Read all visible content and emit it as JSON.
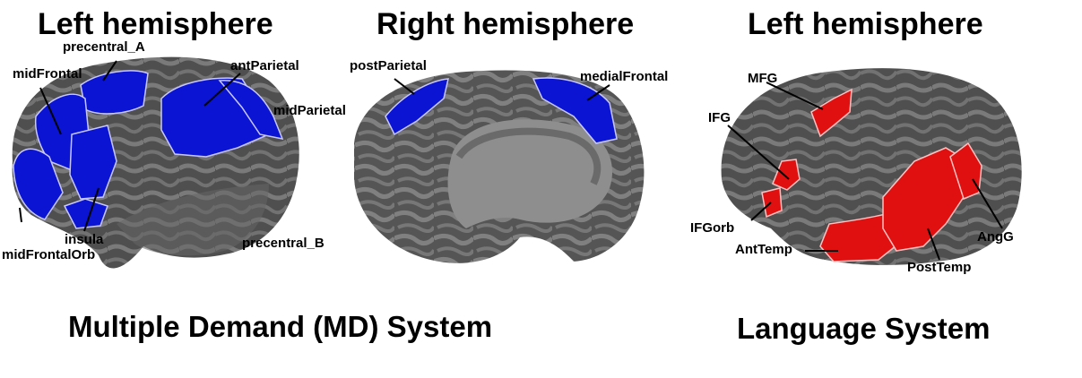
{
  "panels": {
    "left_md": {
      "title": "Left hemisphere",
      "regions": [
        "precentral_A",
        "midFrontal",
        "antParietal",
        "midParietal",
        "insula",
        "midFrontalOrb",
        "precentral_B"
      ],
      "region_color": "#0a14d2"
    },
    "right_md": {
      "title": "Right hemisphere",
      "regions": [
        "postParietal",
        "medialFrontal"
      ],
      "region_color": "#0a14d2"
    },
    "left_lang": {
      "title": "Left hemisphere",
      "regions": [
        "MFG",
        "IFG",
        "IFGorb",
        "AntTemp",
        "PostTemp",
        "AngG"
      ],
      "region_color": "#e01010"
    }
  },
  "systems": {
    "md": "Multiple Demand (MD) System",
    "language": "Language System"
  },
  "colors": {
    "cortex_dark": "#4a4a4a",
    "cortex_light": "#7c7c7c",
    "md_blue": "#0a14d2",
    "lang_red": "#e01010"
  }
}
